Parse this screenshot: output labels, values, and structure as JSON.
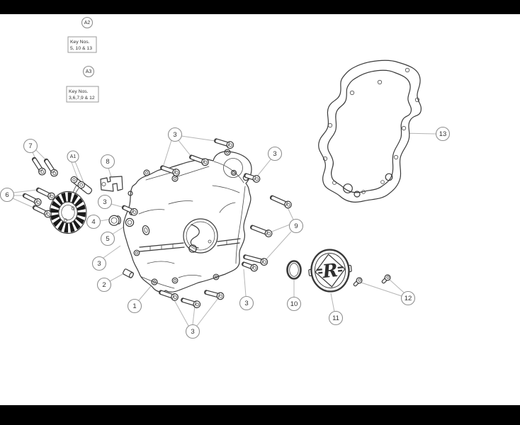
{
  "diagram": {
    "type": "exploded-parts-diagram",
    "labels": {
      "a1": "A1",
      "a2": "A2",
      "a3": "A3"
    },
    "key_boxes": [
      {
        "line1": "Key Nos.",
        "line2": "5, 10 & 13"
      },
      {
        "line1": "Key Nos.",
        "line2": "3,6,7,9 & 12"
      }
    ],
    "callouts": {
      "n1": "1",
      "n2": "2",
      "n3": "3",
      "n4": "4",
      "n5": "5",
      "n6": "6",
      "n7": "7",
      "n8": "8",
      "n9": "9",
      "n10": "10",
      "n11": "11",
      "n12": "12",
      "n13": "13"
    },
    "badge_letter": "R",
    "colors": {
      "line": "#3a3a3a",
      "leader": "#b5b5b5",
      "callout_stroke": "#909090",
      "stator_teeth": "#1a1a1a",
      "letterbox_bar": "#000000",
      "background": "#ffffff"
    }
  }
}
